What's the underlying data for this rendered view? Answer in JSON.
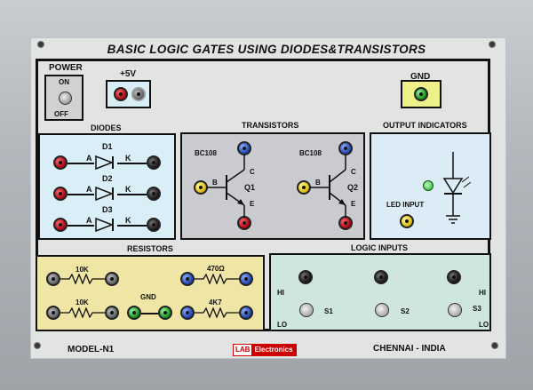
{
  "panel": {
    "title": "BASIC LOGIC GATES USING DIODES&TRANSISTORS",
    "model": "MODEL-N1",
    "location": "CHENNAI - INDIA",
    "brand_left": "LAB",
    "brand_right": "Electronics"
  },
  "power": {
    "label": "POWER",
    "on": "ON",
    "off": "OFF"
  },
  "supply": {
    "label": "+5V"
  },
  "ground": {
    "label": "GND"
  },
  "diodes": {
    "label": "DIODES",
    "anode": "A",
    "cathode": "K",
    "names": [
      "D1",
      "D2",
      "D3"
    ]
  },
  "transistors": {
    "label": "TRANSISTORS",
    "type": "BC108",
    "names": [
      "Q1",
      "Q2"
    ],
    "b": "B",
    "c": "C",
    "e": "E"
  },
  "output": {
    "label": "OUTPUT INDICATORS",
    "led_input": "LED INPUT"
  },
  "resistors": {
    "label": "RESISTORS",
    "r1": "10K",
    "r2": "10K",
    "r3": "470Ω",
    "r4": "4K7",
    "gnd": "GND"
  },
  "logic": {
    "label": "LOGIC INPUTS",
    "hi": "HI",
    "lo": "LO",
    "switches": [
      "S1",
      "S2",
      "S3"
    ]
  },
  "colors": {
    "diode_bg": "#d9eef7",
    "trans_bg": "#c9cbce",
    "output_bg": "#dcecf6",
    "res_bg": "#efe6a5",
    "logic_bg": "#cfe6dc"
  }
}
